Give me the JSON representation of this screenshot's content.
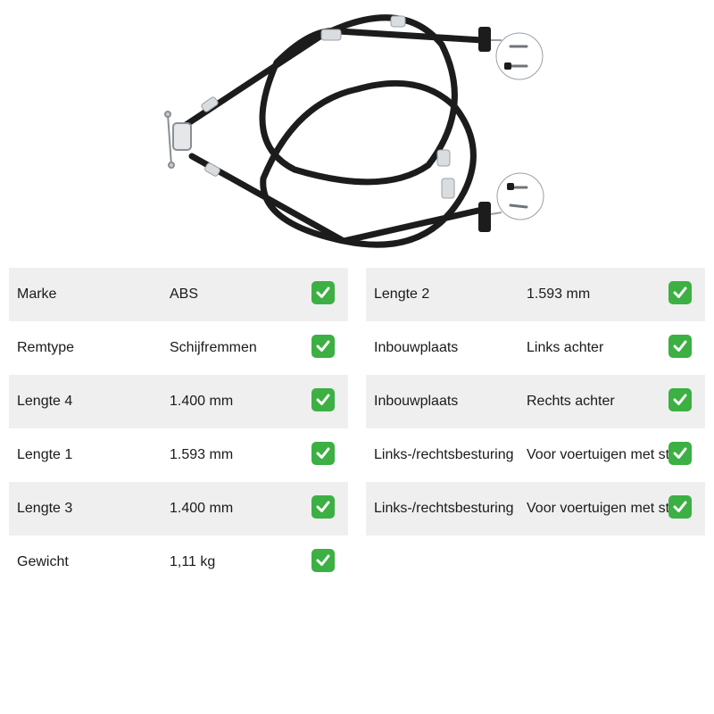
{
  "specs_left": [
    {
      "label": "Marke",
      "value": "ABS",
      "checked": true
    },
    {
      "label": "Remtype",
      "value": "Schijfremmen",
      "checked": true
    },
    {
      "label": "Lengte 4",
      "value": "1.400 mm",
      "checked": true
    },
    {
      "label": "Lengte 1",
      "value": "1.593 mm",
      "checked": true
    },
    {
      "label": "Lengte 3",
      "value": "1.400 mm",
      "checked": true
    },
    {
      "label": "Gewicht",
      "value": "1,11 kg",
      "checked": true
    }
  ],
  "specs_right": [
    {
      "label": "Lengte 2",
      "value": "1.593 mm",
      "checked": true
    },
    {
      "label": "Inbouwplaats",
      "value": "Links achter",
      "checked": true
    },
    {
      "label": "Inbouwplaats",
      "value": "Rechts achter",
      "checked": true
    },
    {
      "label": "Links-/rechtsbesturing",
      "value": "Voor voertuigen met stuur",
      "checked": true
    },
    {
      "label": "Links-/rechtsbesturing",
      "value": "Voor voertuigen met stuur",
      "checked": true
    }
  ],
  "colors": {
    "check": "#3cb043",
    "row_shade": "#efefef",
    "cable": "#1c1c1c"
  },
  "icons": {
    "check": "check-mark-icon"
  }
}
